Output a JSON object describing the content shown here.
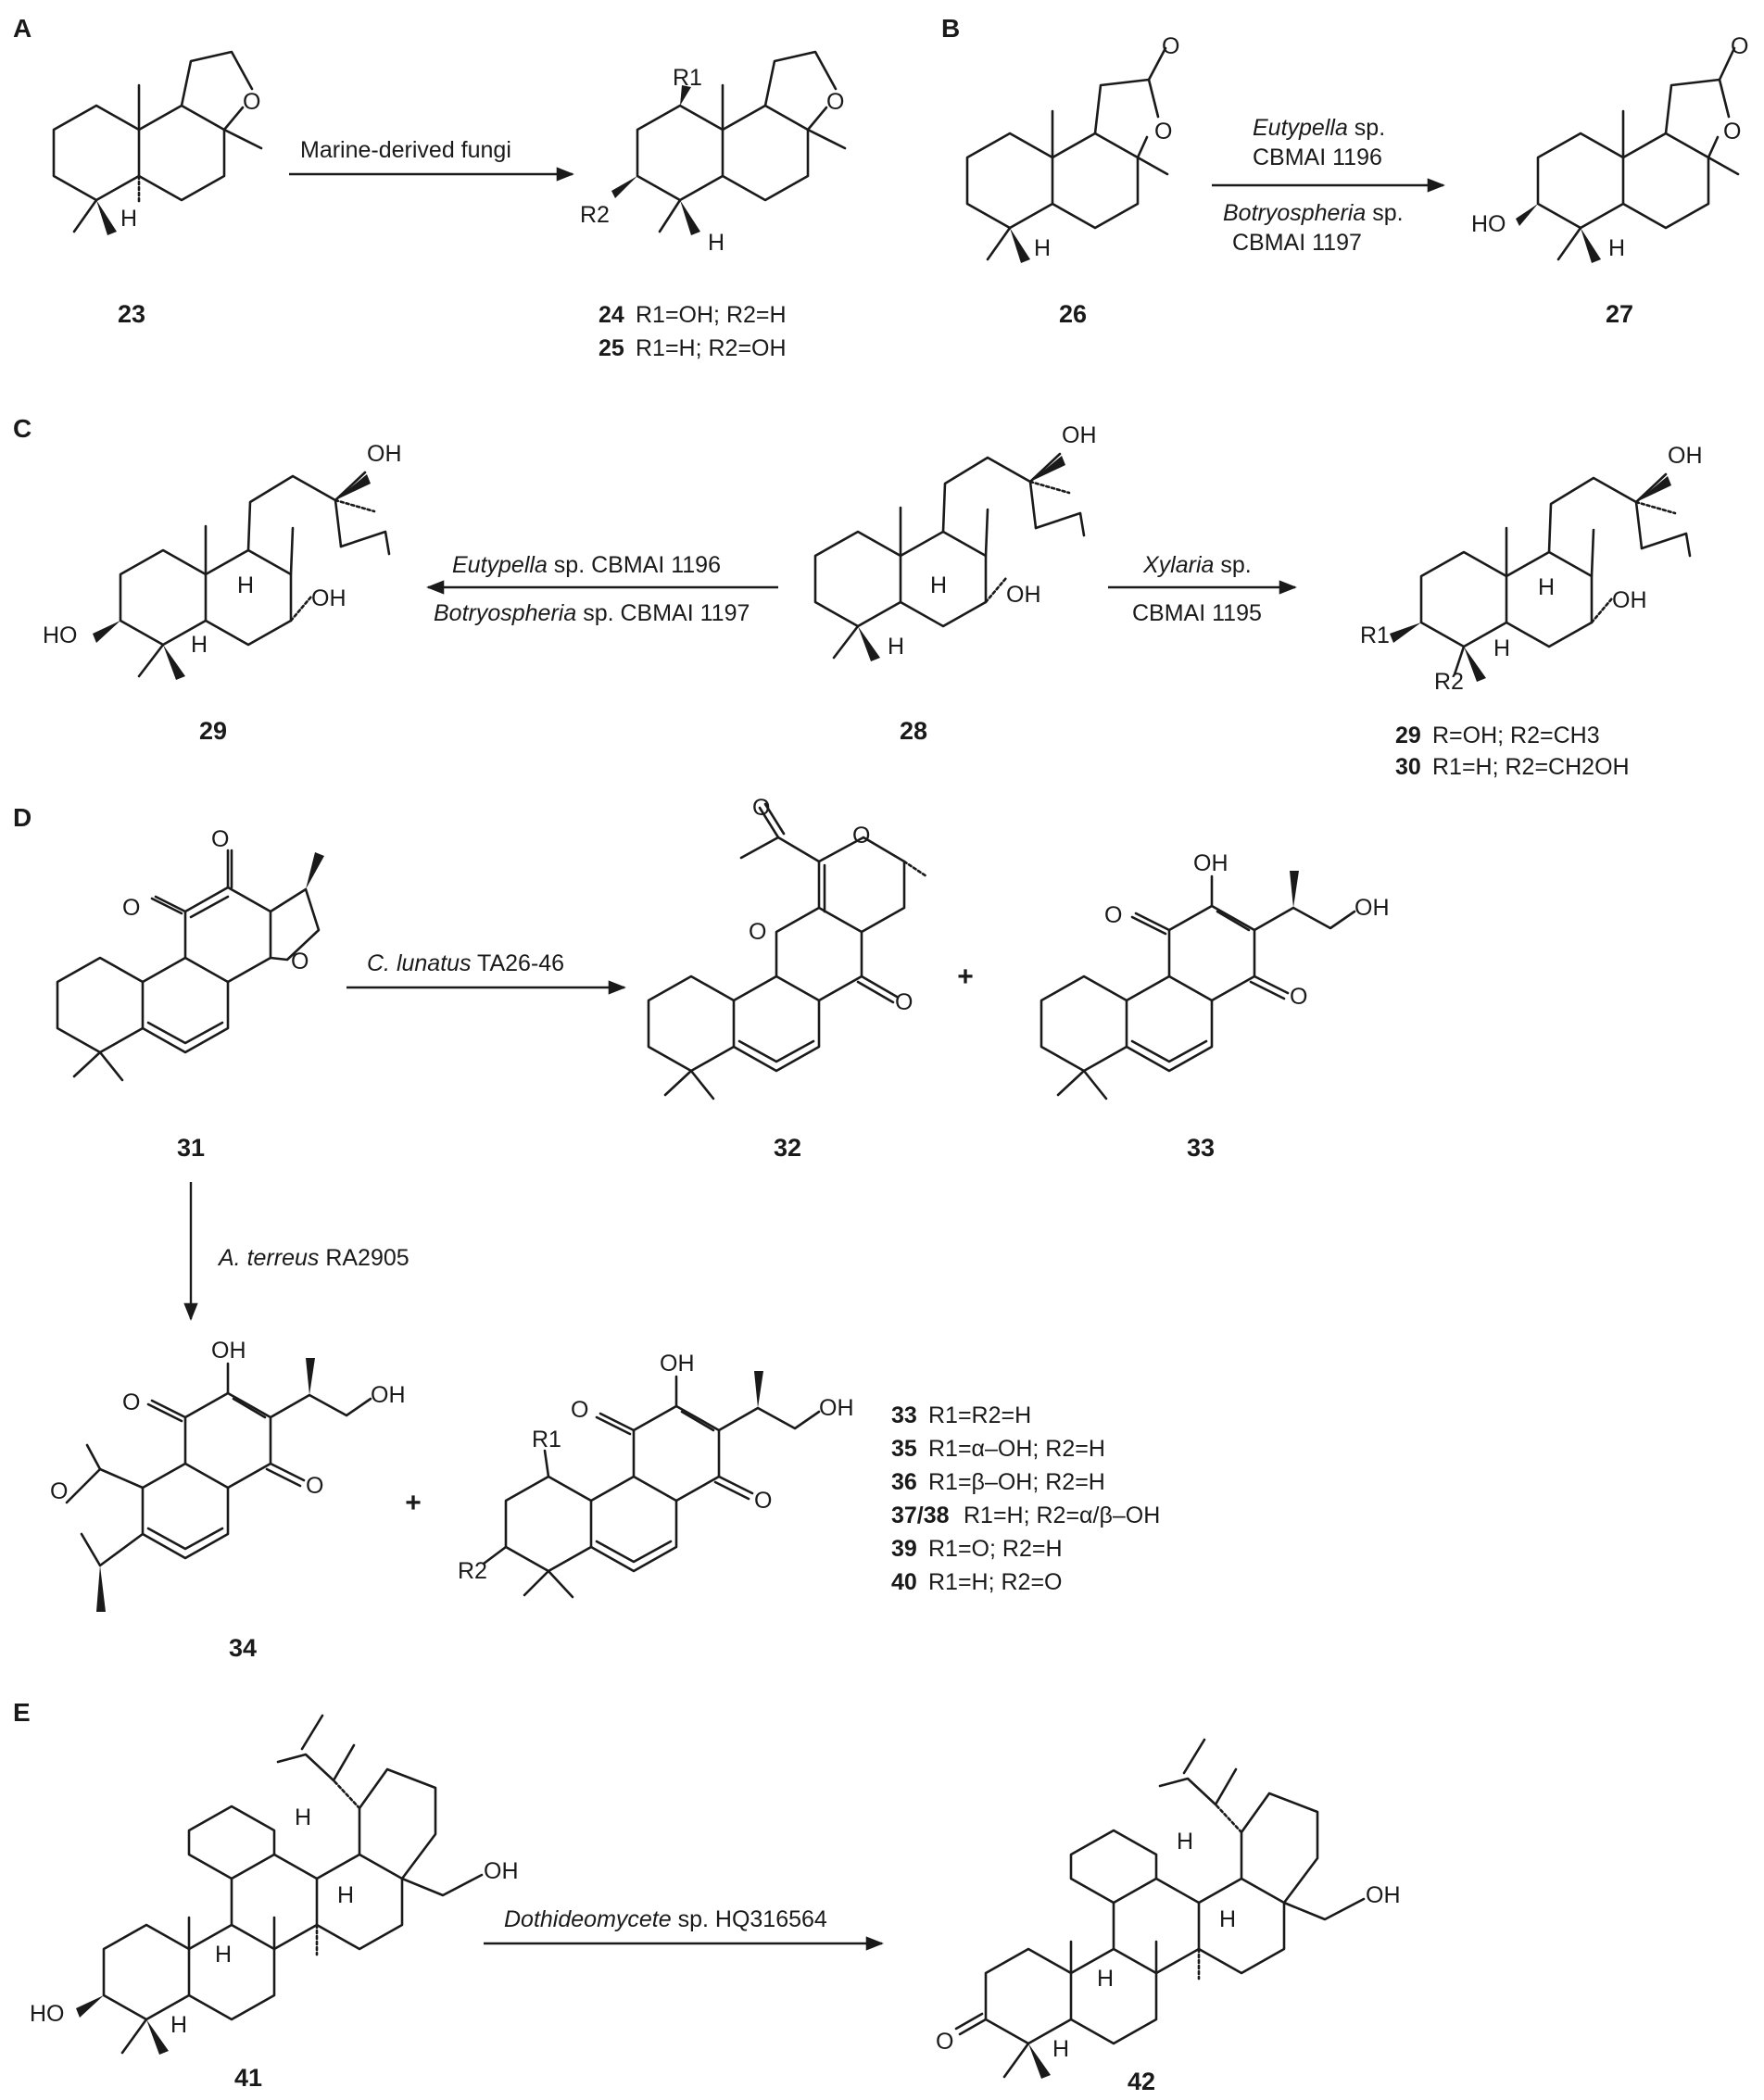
{
  "panels": {
    "A": {
      "letter": "A",
      "compounds": {
        "start": "23"
      },
      "arrow_label": "Marine-derived fungi",
      "products": [
        {
          "id": "24",
          "subst": "R1=OH; R2=H"
        },
        {
          "id": "25",
          "subst": "R1=H; R2=OH"
        }
      ],
      "atoms": {
        "r1": "R1",
        "r2": "R2",
        "o": "O",
        "h": "H"
      }
    },
    "B": {
      "letter": "B",
      "compounds": {
        "start": "26",
        "product": "27"
      },
      "arrow_label_top_italic": "Eutypella",
      "arrow_label_top_rest": " sp.",
      "arrow_label_top_2": "CBMAI 1196",
      "arrow_label_bottom_italic": "Botryospheria",
      "arrow_label_bottom_rest": " sp.",
      "arrow_label_bottom_2": "CBMAI 1197",
      "atoms": {
        "o": "O",
        "ho": "HO",
        "h": "H"
      }
    },
    "C": {
      "letter": "C",
      "compounds": {
        "left": "29",
        "center": "28"
      },
      "left_arrow_top_italic": "Eutypella",
      "left_arrow_top_rest": " sp. CBMAI 1196",
      "left_arrow_bottom_italic": "Botryospheria",
      "left_arrow_bottom_rest": " sp. CBMAI 1197",
      "right_arrow_top_italic": "Xylaria",
      "right_arrow_top_rest": " sp.",
      "right_arrow_bottom": "CBMAI 1195",
      "products": [
        {
          "id": "29",
          "subst": "R=OH; R2=CH3"
        },
        {
          "id": "30",
          "subst": "R1=H; R2=CH2OH"
        }
      ],
      "atoms": {
        "oh": "OH",
        "ho": "HO",
        "h": "H",
        "r1": "R1",
        "r2": "R2"
      }
    },
    "D": {
      "letter": "D",
      "compounds": {
        "start": "31",
        "p1": "32",
        "p2": "33",
        "p3": "34"
      },
      "arrow_right_italic": "C. lunatus",
      "arrow_right_rest": " TA26-46",
      "arrow_down_italic": "A. terreus",
      "arrow_down_rest": " RA2905",
      "plus": "+",
      "products": [
        {
          "id": "33",
          "subst": "R1=R2=H"
        },
        {
          "id": "35",
          "subst": "R1=α–OH; R2=H"
        },
        {
          "id": "36",
          "subst": "R1=β–OH; R2=H"
        },
        {
          "id": "37/38",
          "subst": "R1=H; R2=α/β–OH"
        },
        {
          "id": "39",
          "subst": "R1=O; R2=H"
        },
        {
          "id": "40",
          "subst": "R1=H; R2=O"
        }
      ],
      "atoms": {
        "o": "O",
        "oh": "OH",
        "r1": "R1",
        "r2": "R2"
      }
    },
    "E": {
      "letter": "E",
      "compounds": {
        "start": "41",
        "product": "42"
      },
      "arrow_italic": "Dothideomycete",
      "arrow_rest": " sp. HQ316564",
      "atoms": {
        "ho": "HO",
        "oh": "OH",
        "o": "O",
        "h": "H"
      }
    }
  }
}
